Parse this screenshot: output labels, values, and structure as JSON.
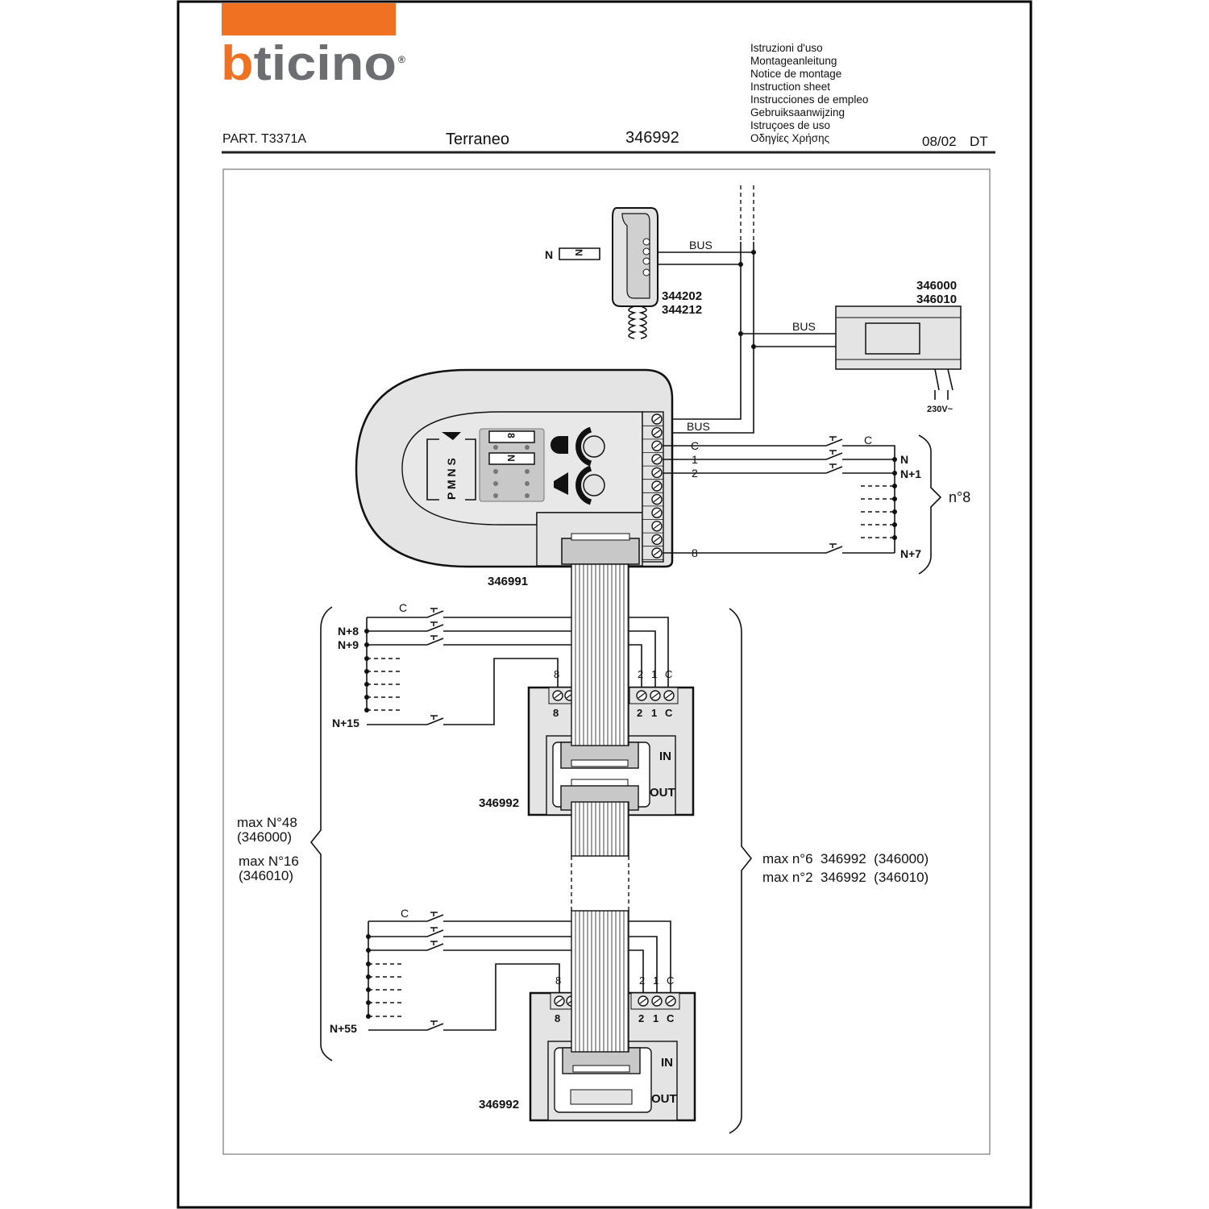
{
  "colors": {
    "brand_orange": "#f07122",
    "logo_gray": "#6d6e71",
    "device_fill": "#e4e4e4",
    "device_dark": "#c8c8c8"
  },
  "header": {
    "logo": "bticino",
    "registered": "®",
    "part": "PART. T3371A",
    "series": "Terraneo",
    "code": "346992",
    "date": "08/02",
    "dept": "DT",
    "languages": [
      "Istruzioni d'uso",
      "Montageanleitung",
      "Notice de montage",
      "Instruction sheet",
      "Instrucciones de empleo",
      "Gebruiksaanwijzing",
      "Istruçoes de uso",
      "Οδηγίες Χρήσης"
    ]
  },
  "diagram": {
    "handset": {
      "codes": [
        "344202",
        "344212"
      ],
      "n_label": "N",
      "connector_label": "N"
    },
    "bus_labels": [
      "BUS",
      "BUS",
      "BUS"
    ],
    "power_supply": {
      "codes": [
        "346000",
        "346010"
      ],
      "voltage": "230V~"
    },
    "main_unit": {
      "code": "346991",
      "dip_labels": [
        "P",
        "M",
        "N",
        "S"
      ],
      "jumper_labels": [
        "8",
        "N"
      ]
    },
    "main_terminals": {
      "c": "C",
      "one": "1",
      "two": "2",
      "eight": "8"
    },
    "right_calls": {
      "c": "C",
      "n": "N",
      "n1": "N+1",
      "n7": "N+7",
      "count": "n°8"
    },
    "module1": {
      "code": "346992",
      "in": "IN",
      "out": "OUT",
      "terms": [
        "8",
        "2",
        "1",
        "C"
      ],
      "calls": {
        "c": "C",
        "n8": "N+8",
        "n9": "N+9",
        "n15": "N+15"
      }
    },
    "module2": {
      "code": "346992",
      "in": "IN",
      "out": "OUT",
      "terms": [
        "8",
        "2",
        "1",
        "C"
      ],
      "calls": {
        "c": "C",
        "n55": "N+55"
      }
    },
    "left_note": {
      "line1": "max N°48",
      "line2": "(346000)",
      "line3": "max N°16",
      "line4": "(346010)"
    },
    "right_note": {
      "line1": "max n°6  346992  (346000)",
      "line2": "max n°2  346992  (346010)"
    }
  }
}
